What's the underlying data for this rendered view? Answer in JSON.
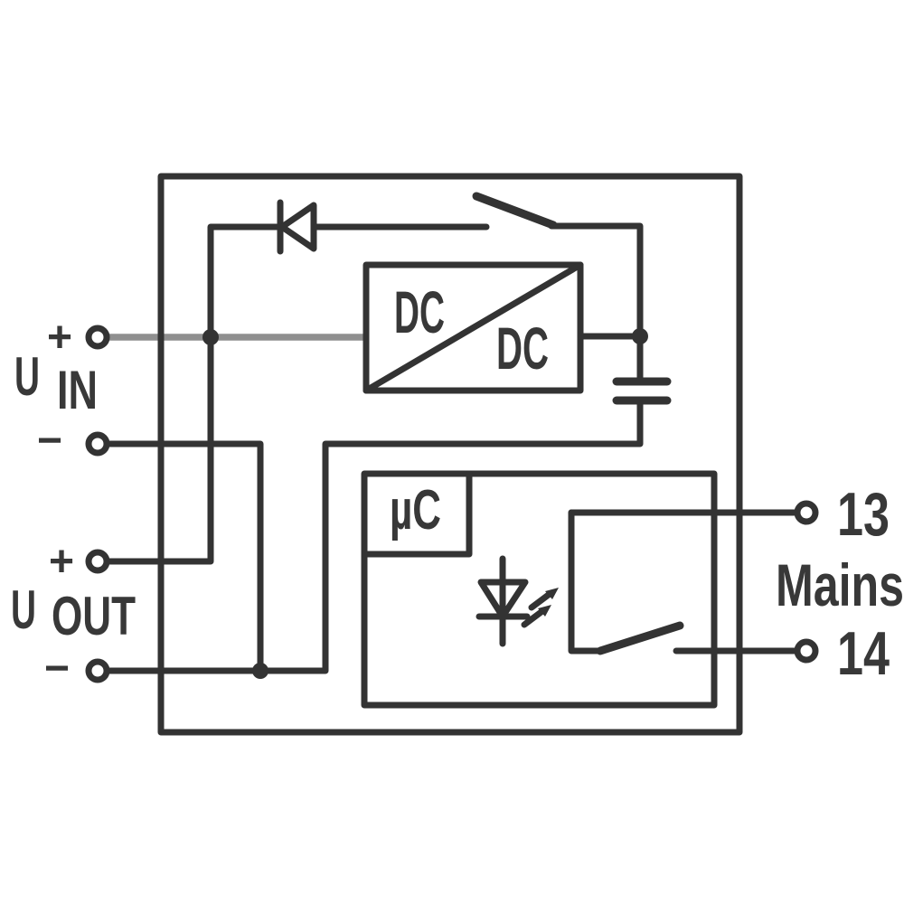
{
  "diagram_type": "block-circuit-diagram",
  "device": "DC buffer module with DC/DC converter, microcontroller, status LED and mains-OK relay contact",
  "colors": {
    "background": "#ffffff",
    "line": "#333333",
    "faded_line": "#8f8f8f",
    "text": "#383838",
    "minus_in": "#777777",
    "minus_out": "#999999"
  },
  "labels": {
    "u_in": {
      "u": "U",
      "sub": "IN",
      "plus": "+",
      "minus": "−"
    },
    "u_out": {
      "u": "U",
      "sub": "OUT",
      "plus": "+",
      "minus": "−"
    },
    "dc_dc": {
      "top": "DC",
      "bottom": "DC"
    },
    "micro": "µC",
    "relay": {
      "t13": "13",
      "mains": "Mains",
      "t14": "14"
    }
  }
}
